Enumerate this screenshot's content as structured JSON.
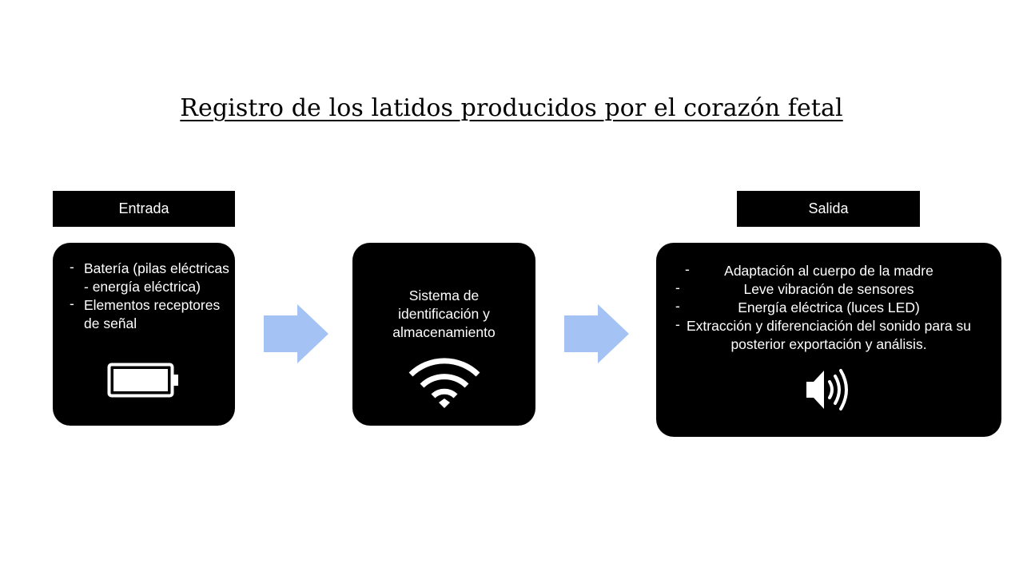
{
  "title": "Registro de los latidos producidos por el corazón fetal",
  "labels": {
    "input": "Entrada",
    "output": "Salida"
  },
  "input_card": {
    "items": [
      "Batería (pilas eléctricas - energía eléctrica)",
      "Elementos receptores de señal"
    ],
    "bullet": "-",
    "icon": "battery-icon"
  },
  "process_card": {
    "text": "Sistema de identificación y almacenamiento",
    "icon": "wifi-icon"
  },
  "output_card": {
    "items": [
      "Adaptación al cuerpo de la madre",
      "Leve vibración de sensores",
      "Energía eléctrica (luces LED)",
      "Extracción y diferenciación del sonido para su posterior exportación y análisis."
    ],
    "bullet": "-",
    "icon": "speaker-icon"
  },
  "colors": {
    "box": "#000000",
    "box_text": "#ffffff",
    "arrow": "#a4c2f4",
    "background": "#ffffff"
  }
}
